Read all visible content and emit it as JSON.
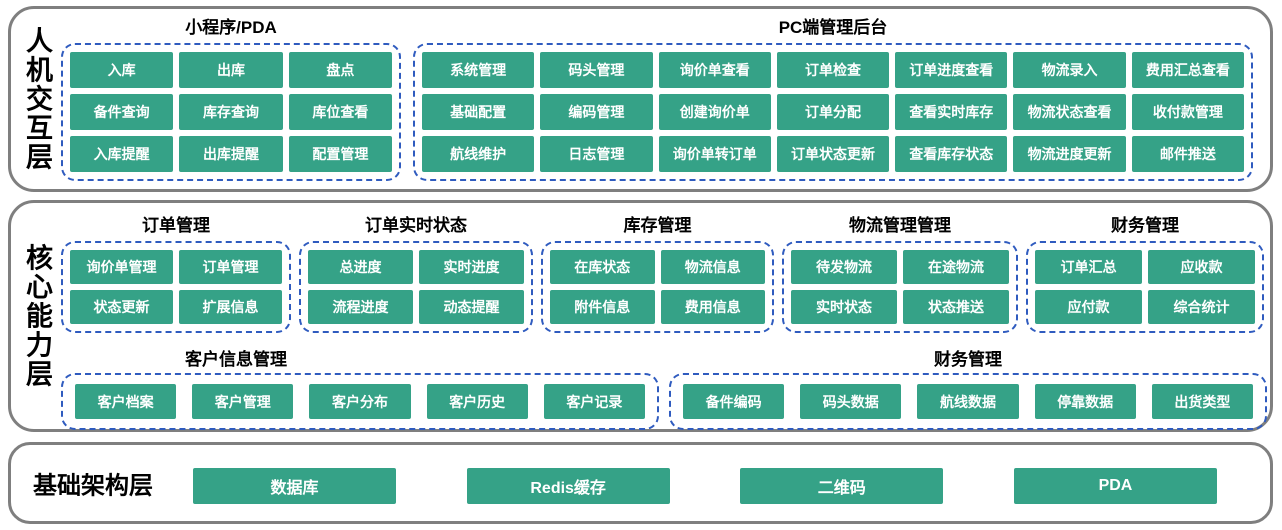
{
  "colors": {
    "block_green": "#35a287",
    "dashed_border_blue": "#2f5bbf",
    "container_border_gray": "#7f7f7f",
    "block_text": "#ffffff",
    "title_text": "#000000"
  },
  "layer1": {
    "label": "人机交互层",
    "mini_program": {
      "title": "小程序/PDA",
      "items": [
        "入库",
        "出库",
        "盘点",
        "备件查询",
        "库存查询",
        "库位查看",
        "入库提醒",
        "出库提醒",
        "配置管理"
      ]
    },
    "pc_admin": {
      "title": "PC端管理后台",
      "items": [
        "系统管理",
        "码头管理",
        "询价单查看",
        "订单检查",
        "订单进度查看",
        "物流录入",
        "费用汇总查看",
        "基础配置",
        "编码管理",
        "创建询价单",
        "订单分配",
        "查看实时库存",
        "物流状态查看",
        "收付款管理",
        "航线维护",
        "日志管理",
        "询价单转订单",
        "订单状态更新",
        "查看库存状态",
        "物流进度更新",
        "邮件推送"
      ]
    }
  },
  "layer2": {
    "label": "核心能力层",
    "order_mgmt": {
      "title": "订单管理",
      "items": [
        "询价单管理",
        "订单管理",
        "状态更新",
        "扩展信息"
      ]
    },
    "order_status": {
      "title": "订单实时状态",
      "items": [
        "总进度",
        "实时进度",
        "流程进度",
        "动态提醒"
      ]
    },
    "inventory": {
      "title": "库存管理",
      "items": [
        "在库状态",
        "物流信息",
        "附件信息",
        "费用信息"
      ]
    },
    "logistics": {
      "title": "物流管理管理",
      "items": [
        "待发物流",
        "在途物流",
        "实时状态",
        "状态推送"
      ]
    },
    "finance": {
      "title": "财务管理",
      "items": [
        "订单汇总",
        "应收款",
        "应付款",
        "综合统计"
      ]
    },
    "customer": {
      "title": "客户信息管理",
      "items": [
        "客户档案",
        "客户管理",
        "客户分布",
        "客户历史",
        "客户记录"
      ]
    },
    "base_data": {
      "title": "财务管理",
      "items": [
        "备件编码",
        "码头数据",
        "航线数据",
        "停靠数据",
        "出货类型"
      ]
    }
  },
  "layer3": {
    "label": "基础架构层",
    "items": [
      "数据库",
      "Redis缓存",
      "二维码",
      "PDA"
    ]
  }
}
